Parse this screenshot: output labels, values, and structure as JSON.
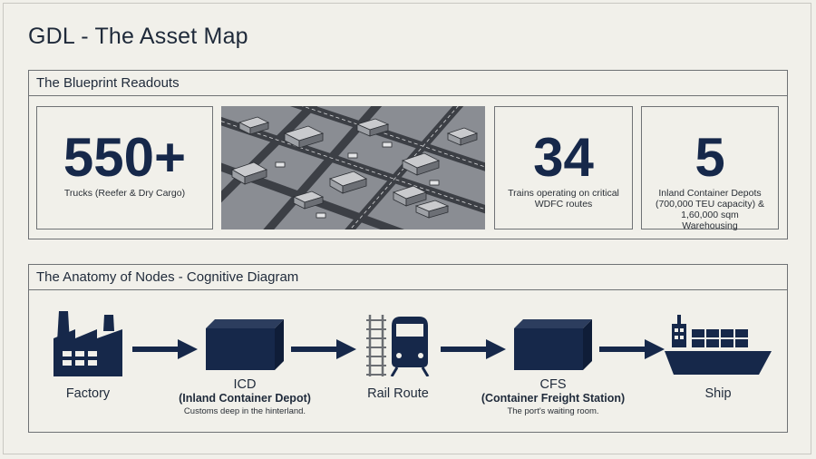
{
  "page": {
    "title": "GDL - The Asset Map"
  },
  "readouts": {
    "header": "The Blueprint Readouts",
    "stats": [
      {
        "value": "550+",
        "label": "Trucks (Reefer & Dry Cargo)"
      },
      {
        "value": "34",
        "label": "Trains operating on critical WDFC routes"
      },
      {
        "value": "5",
        "label": "Inland Container Depots (700,000 TEU capacity) & 1,60,000 sqm Warehousing"
      }
    ]
  },
  "diagram": {
    "header": "The Anatomy of Nodes - Cognitive Diagram",
    "nodes": [
      {
        "icon": "factory-icon",
        "name": "Factory",
        "subtitle": "",
        "description": ""
      },
      {
        "icon": "container-icon",
        "name": "ICD",
        "subtitle": "(Inland Container Depot)",
        "description": "Customs deep in the hinterland."
      },
      {
        "icon": "train-icon",
        "name": "Rail Route",
        "subtitle": "",
        "description": ""
      },
      {
        "icon": "container-icon",
        "name": "CFS",
        "subtitle": "(Container Freight Station)",
        "description": "The port's waiting room."
      },
      {
        "icon": "ship-icon",
        "name": "Ship",
        "subtitle": "",
        "description": ""
      }
    ]
  },
  "colors": {
    "navy": "#16284a",
    "background": "#f1f0ea",
    "border": "#6f7275"
  }
}
